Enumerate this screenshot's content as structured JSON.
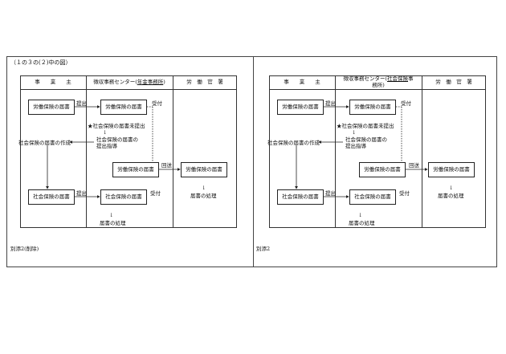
{
  "caption": "（１の３の(２)中の図）",
  "left": {
    "headers": {
      "employer": "事　　業　　主",
      "center_prefix": "徴収事務センター(",
      "center_underlined": "年金事務所",
      "center_suffix": ")",
      "labor": "労　働　官　署"
    },
    "boxes": {
      "employer_labor": "労働保険の届書",
      "center_labor": "労働保険の届書",
      "center_labor2": "労働保険の届書",
      "labor_office": "労働保険の届書",
      "employer_social": "社会保険の届書",
      "center_social": "社会保険の届書"
    },
    "labels": {
      "submit1": "提出",
      "receive1": "受付",
      "unsubmitted": "★社会保険の届書未提出",
      "guidance_1": "社会保険の届書の",
      "guidance_2": "提出指導",
      "create": "社会保険の届書の作成",
      "transfer": "回送",
      "submit2": "提出",
      "receive2": "受付",
      "process_labor": "届書の処理",
      "process_center": "届書の処理"
    },
    "note": "別添2(削除)"
  },
  "right": {
    "headers": {
      "employer": "事　　業　　主",
      "center_line1_prefix": "徴収事務センター(",
      "center_line1_underlined": "社会保険",
      "center_line1_suffix": "事",
      "center_line2": "務所)",
      "labor": "労　働　官　署"
    },
    "boxes": {
      "employer_labor": "労働保険の届書",
      "center_labor": "労働保険の届書",
      "center_labor2": "労働保険の届書",
      "labor_office": "労働保険の届書",
      "employer_social": "社会保険の届書",
      "center_social": "社会保険の届書"
    },
    "labels": {
      "submit1": "提出",
      "receive1": "受付",
      "unsubmitted": "★社会保険の届書未提出",
      "guidance_1": "社会保険の届書の",
      "guidance_2": "提出指導",
      "create": "社会保険の届書の作成",
      "transfer": "回送",
      "submit2": "提出",
      "receive2": "受付",
      "process_labor": "届書の処理",
      "process_center": "届書の処理"
    },
    "note": "別添2"
  },
  "arrow_glyph": "↓"
}
